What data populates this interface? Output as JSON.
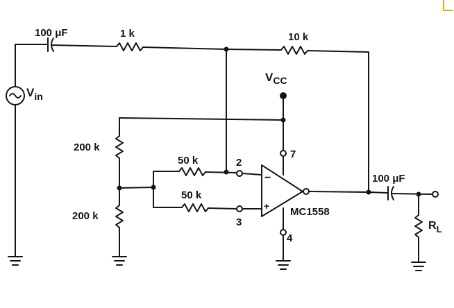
{
  "components": {
    "c_in": "100 μF",
    "r_in": "1 k",
    "r_fb": "10 k",
    "vcc": "V",
    "vcc_sub": "CC",
    "vin": "V",
    "vin_sub": "in",
    "r_div_top": "200 k",
    "r_div_bot": "200 k",
    "r_inv": "50 k",
    "r_noninv": "50 k",
    "pin_2": "2",
    "pin_3": "3",
    "pin_7": "7",
    "pin_4": "4",
    "minus": "−",
    "plus": "+",
    "opamp": "MC1558",
    "c_out": "100 μF",
    "rl": "R",
    "rl_sub": "L"
  }
}
